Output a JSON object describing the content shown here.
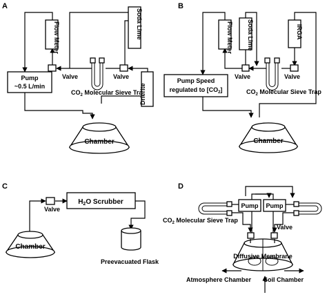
{
  "panels": {
    "a": {
      "letter": "A",
      "flow_meter": "Flow Meter",
      "soda_lime": "Soda Lime",
      "valve_left": "Valve",
      "valve_right": "Valve",
      "pump_line1": "Pump",
      "pump_line2": "~0.5 L/min",
      "trap_co": "CO",
      "trap_sub": "2",
      "trap_rest": " Molecular Sieve Trap",
      "drierite": "Drierite",
      "chamber": "Chamber"
    },
    "b": {
      "letter": "B",
      "flow_meter": "Flow Meter",
      "soda_lime": "Soda Lime",
      "irga": "IRGA",
      "valve_left": "Valve",
      "valve_right": "Valve",
      "pump_line1": "Pump Speed",
      "pump_line2a": "regulated to [CO",
      "pump_line2_sub": "2",
      "pump_line2b": "]",
      "trap_co": "CO",
      "trap_sub": "2",
      "trap_rest": " Molecular Sieve Trap",
      "chamber": "Chamber"
    },
    "c": {
      "letter": "C",
      "valve": "Valve",
      "scrubber_a": "H",
      "scrubber_sub": "2",
      "scrubber_b": "O Scrubber",
      "chamber": "Chamber",
      "flask": "Preevacuated Flask"
    },
    "d": {
      "letter": "D",
      "pump_left": "Pump",
      "pump_right": "Pump",
      "trap_co": "CO",
      "trap_sub": "2",
      "trap_rest": " Molecular Sieve Trap",
      "valve": "Valve",
      "membrane": "Diffusive Membrane",
      "atmosphere": "Atmosphere Chamber",
      "soil": "Soil Chamber"
    }
  }
}
